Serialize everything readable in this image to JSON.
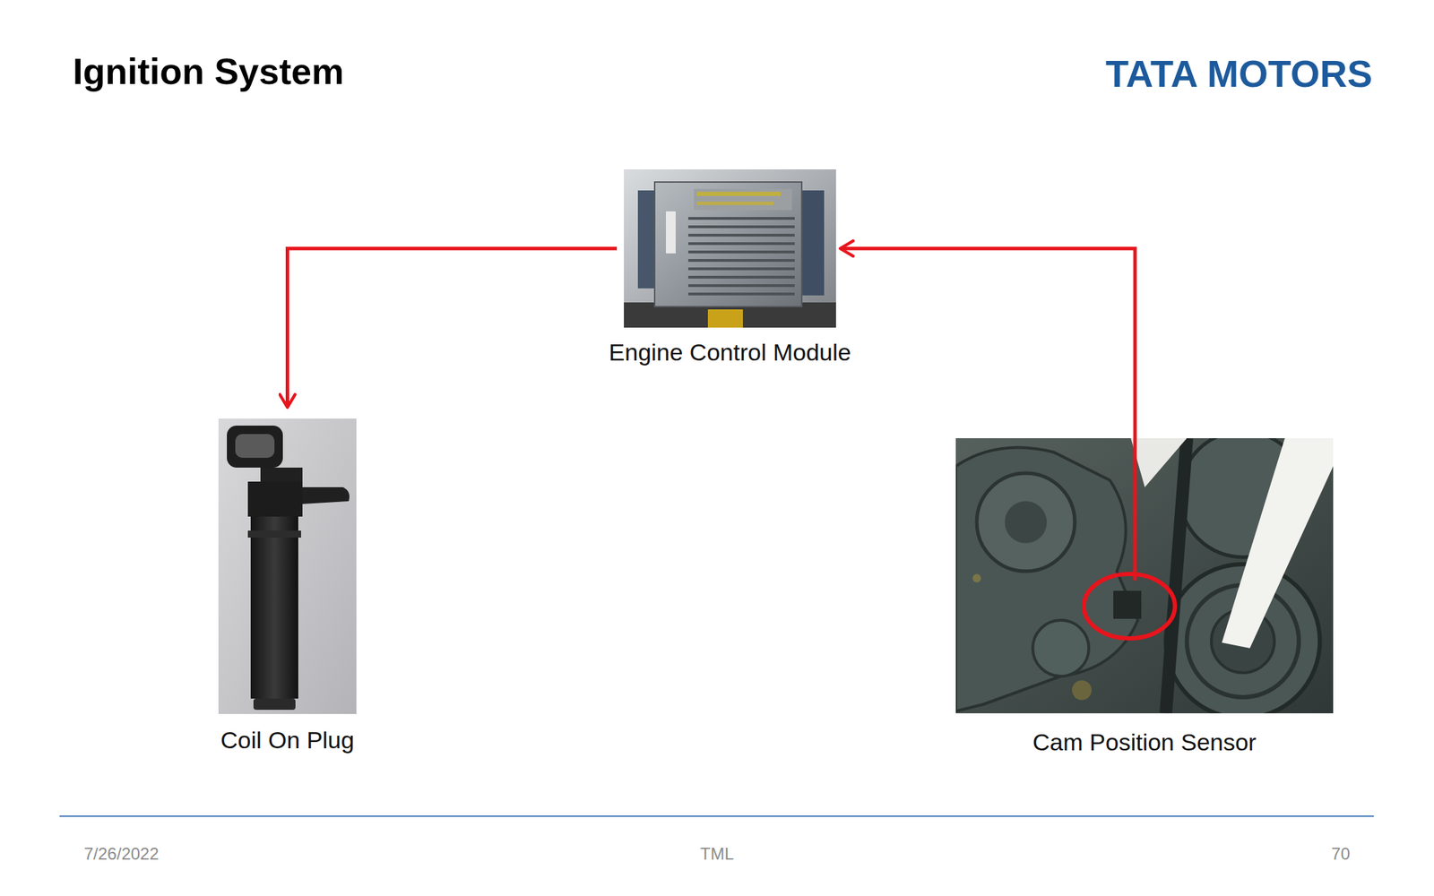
{
  "diagram": {
    "title": "Ignition System",
    "nodes": [
      {
        "text": [
          "Engine Control Module"
        ]
      },
      {
        "text": [
          "Coil On Plug"
        ]
      },
      {
        "text": [
          "Cam Position Sensor"
        ]
      }
    ],
    "edges": [
      {
        "from": 2,
        "to": 0,
        "arrow": "to"
      },
      {
        "from": 0,
        "to": 1,
        "arrow": "to"
      }
    ],
    "labels": [
      "TATA MOTORS",
      "7/26/2022",
      "TML",
      "70"
    ]
  }
}
